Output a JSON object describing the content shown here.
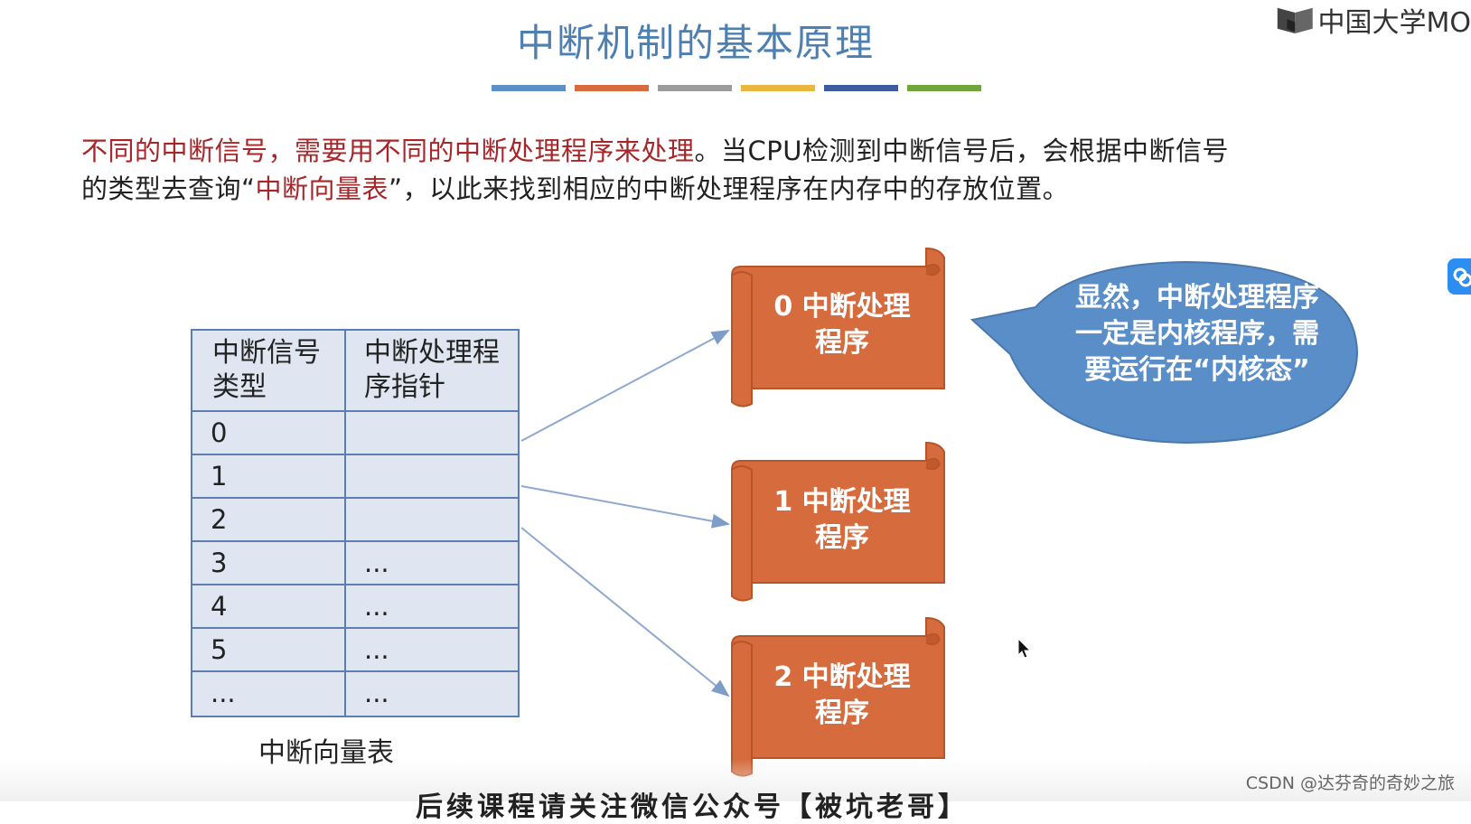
{
  "title": "中断机制的基本原理",
  "logo": {
    "text": "中国大学MO",
    "icon": "book-icon"
  },
  "color_bars": [
    "#5b8fc6",
    "#d86a3e",
    "#9c9c9c",
    "#e9b740",
    "#3e5aa0",
    "#6fa63c"
  ],
  "paragraph": {
    "line1_red": "不同的中断信号，需要用不同的中断处理程序来处理",
    "line1_black": "。当CPU检测到中断信号后，会根据中断信号",
    "line2_a": "的类型去查询“",
    "line2_red": "中断向量表",
    "line2_b": "”，以此来找到相应的中断处理程序在内存中的存放位置。"
  },
  "vector_table": {
    "headers": [
      "中断信号类型",
      "中断处理程序指针"
    ],
    "rows": [
      [
        "0",
        ""
      ],
      [
        "1",
        ""
      ],
      [
        "2",
        ""
      ],
      [
        "3",
        "..."
      ],
      [
        "4",
        "..."
      ],
      [
        "5",
        "..."
      ],
      [
        "...",
        "..."
      ]
    ],
    "caption": "中断向量表"
  },
  "handlers": [
    {
      "line1": "0 中断处理",
      "line2": "程序"
    },
    {
      "line1": "1 中断处理",
      "line2": "程序"
    },
    {
      "line1": "2 中断处理",
      "line2": "程序"
    }
  ],
  "bubble": "显然，中断处理程序一定是内核程序，需要运行在“内核态”",
  "bottom_text": "后续课程请关注微信公众号【被坑老哥】",
  "watermark": "CSDN @达芬奇的奇妙之旅",
  "colors": {
    "scroll_fill": "#d66b3d",
    "scroll_stroke": "#b85428",
    "bubble_fill": "#5a8ec9",
    "table_fill": "#dfe6f1",
    "table_border": "#5a7fae",
    "arrow": "#8ea9cf",
    "title": "#4d7fb0",
    "highlight": "#a6262a"
  }
}
